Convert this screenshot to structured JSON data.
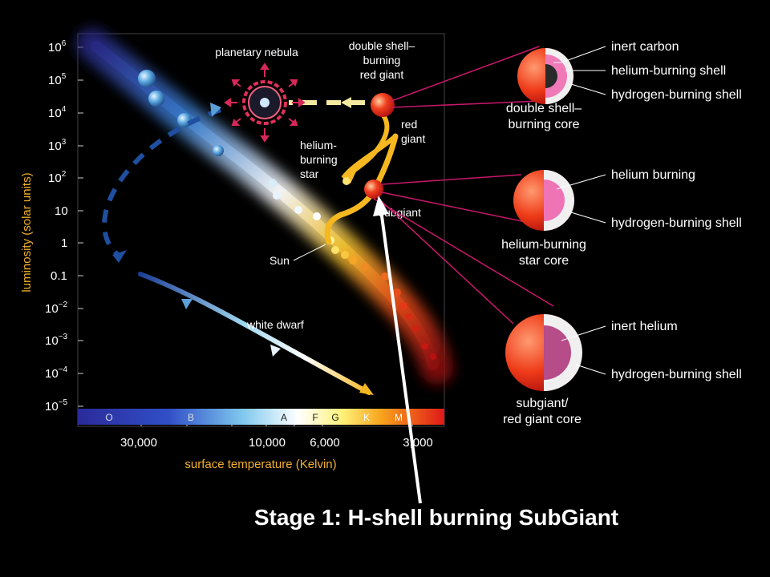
{
  "y_axis_label": "luminosity (solar units)",
  "y_ticks": [
    {
      "base": "10",
      "exp": "6"
    },
    {
      "base": "10",
      "exp": "5"
    },
    {
      "base": "10",
      "exp": "4"
    },
    {
      "base": "10",
      "exp": "3"
    },
    {
      "base": "10",
      "exp": "2"
    },
    {
      "base": "10",
      "exp": ""
    },
    {
      "base": "1",
      "exp": ""
    },
    {
      "base": "0.1",
      "exp": ""
    },
    {
      "base": "10",
      "exp": "−2"
    },
    {
      "base": "10",
      "exp": "−3"
    },
    {
      "base": "10",
      "exp": "−4"
    },
    {
      "base": "10",
      "exp": "−5"
    }
  ],
  "x_axis_label": "surface temperature (Kelvin)",
  "x_ticks": [
    "30,000",
    "10,000",
    "6,000",
    "3,000"
  ],
  "spectral_classes": [
    "O",
    "B",
    "A",
    "F",
    "G",
    "K",
    "M"
  ],
  "diagram_labels": {
    "planetary_nebula": "planetary nebula",
    "double_shell_giant": [
      "double shell–",
      "burning",
      "red giant"
    ],
    "red_giant": [
      "red",
      "giant"
    ],
    "helium_burning_star": [
      "helium-",
      "burning",
      "star"
    ],
    "subgiant": "subgiant",
    "sun": "Sun",
    "white_dwarf": "white dwarf"
  },
  "cores": [
    {
      "title": [
        "double shell–",
        "burning core"
      ],
      "layers": [
        "inert carbon",
        "helium-burning shell",
        "hydrogen-burning shell"
      ]
    },
    {
      "title": [
        "helium-burning",
        "star core"
      ],
      "layers": [
        "helium burning",
        "hydrogen-burning shell"
      ]
    },
    {
      "title": [
        "subgiant/",
        "red giant core"
      ],
      "layers": [
        "inert helium",
        "hydrogen-burning shell"
      ]
    }
  ],
  "caption": "Stage 1:  H-shell burning SubGiant",
  "colors": {
    "accent_axis": "#f3b12c",
    "connector": "#c8186a",
    "track": "#f5b820",
    "white_dwarf_track": "#1f4f9e"
  }
}
